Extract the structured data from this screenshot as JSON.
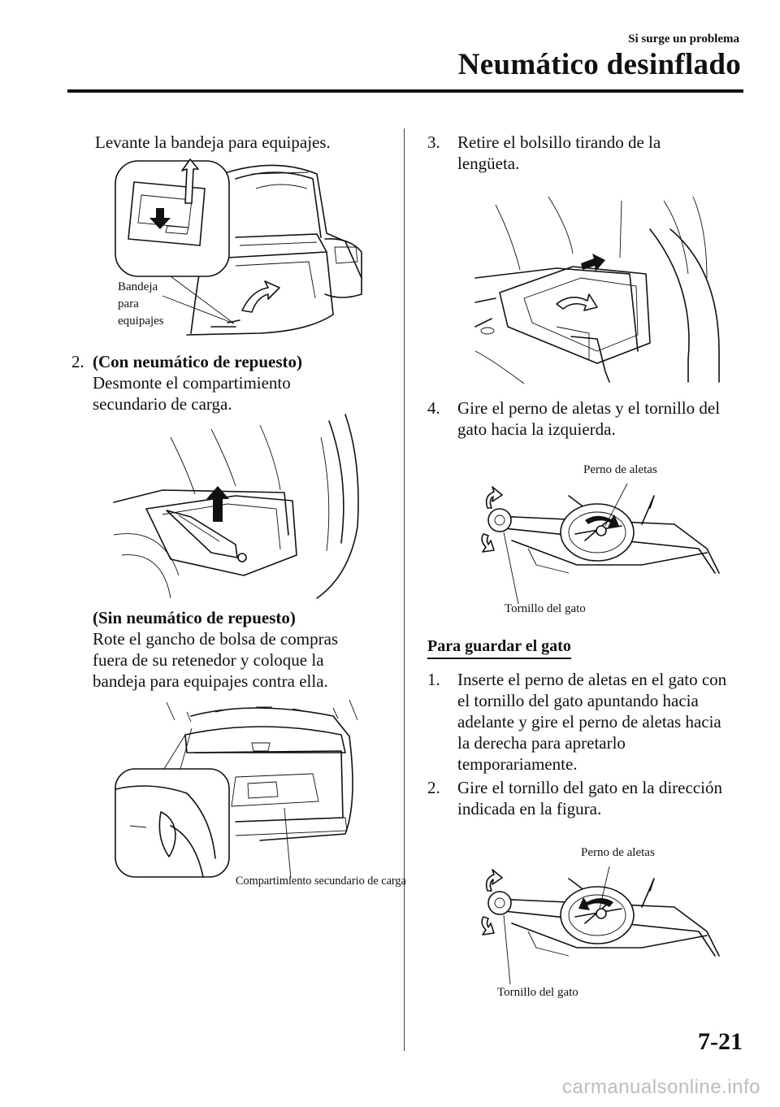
{
  "header": {
    "section": "Si surge un problema",
    "title": "Neumático desinflado"
  },
  "left": {
    "intro": "Levante la bandeja para equipajes.",
    "fig1_label": [
      "Bandeja",
      "para",
      "equipajes"
    ],
    "step2": {
      "number": "2.",
      "heading_a": "(Con neumático de repuesto)",
      "text_a": [
        "Desmonte el compartimiento",
        "secundario de carga."
      ],
      "heading_b": "(Sin neumático de repuesto)",
      "text_b": [
        "Rote el gancho de bolsa de compras",
        "fuera de su retenedor y coloque la",
        "bandeja para equipajes contra ella."
      ]
    },
    "fig3_label": "Compartimiento secundario de carga"
  },
  "right": {
    "step3": {
      "number": "3.",
      "text": [
        "Retire el bolsillo tirando de la",
        "lengüeta."
      ]
    },
    "step4": {
      "number": "4.",
      "text": [
        "Gire el perno de aletas y el tornillo del",
        "gato hacia la izquierda."
      ]
    },
    "fig5_labels": {
      "wing_bolt": "Perno de aletas",
      "jack_screw": "Tornillo del gato"
    },
    "section_title": "Para guardar el gato",
    "store_steps": [
      {
        "number": "1.",
        "text": [
          "Inserte el perno de aletas en el gato con",
          "el tornillo del gato apuntando hacia",
          "adelante y gire el perno de aletas hacia",
          "la derecha para apretarlo",
          "temporariamente."
        ]
      },
      {
        "number": "2.",
        "text": [
          "Gire el tornillo del gato en la dirección",
          "indicada en la figura."
        ]
      }
    ],
    "fig6_labels": {
      "wing_bolt": "Perno de aletas",
      "jack_screw": "Tornillo del gato"
    }
  },
  "footer": {
    "page_number": "7-21",
    "watermark": "carmanualsonline.info"
  }
}
